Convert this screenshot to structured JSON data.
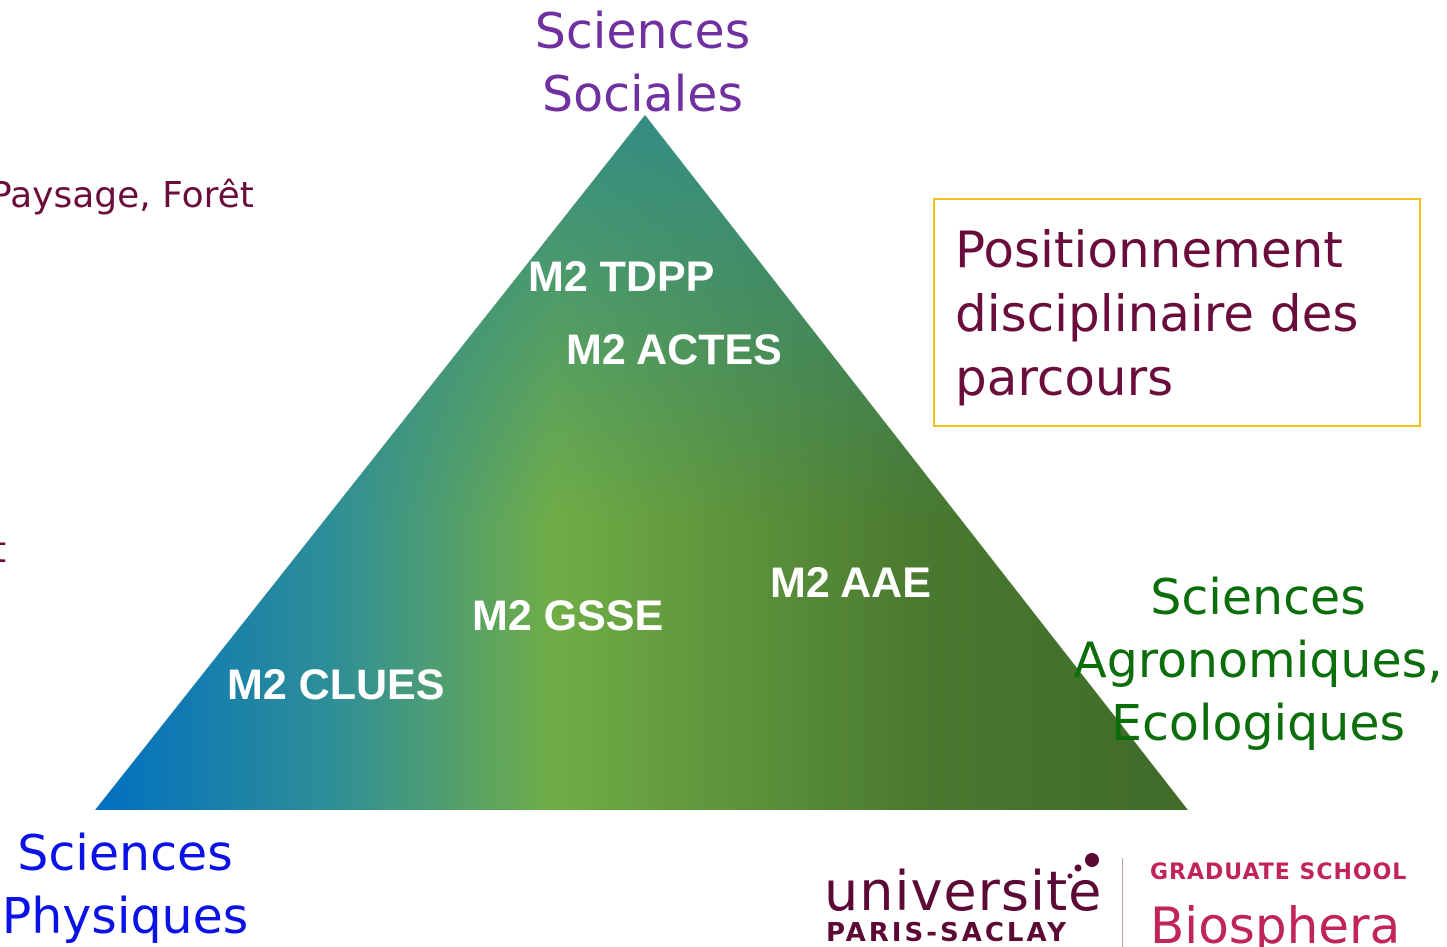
{
  "vertices": {
    "social": [
      "Sciences",
      "Sociales"
    ],
    "physical": [
      "Sciences",
      "Physiques"
    ],
    "agro": [
      "Sciences",
      "Agronomiques,",
      "Ecologiques"
    ]
  },
  "cut_off_text": {
    "line1": "Paysage, Forêt",
    "line2": "t"
  },
  "courses": {
    "tdpp": "M2 TDPP",
    "actes": "M2 ACTES",
    "aae": "M2 AAE",
    "gsse": "M2 GSSE",
    "clues": "M2 CLUES"
  },
  "info_box": {
    "lines": [
      "Positionnement",
      "disciplinaire des",
      "parcours"
    ]
  },
  "logos": {
    "university": "universite",
    "university_sub": "PARIS-SACLAY",
    "graduate_school": "GRADUATE SCHOOL",
    "school_name": "Biosphera"
  },
  "colors": {
    "social": "#7030a0",
    "physical": "#0a12e6",
    "agro": "#0b6e0b",
    "accent_box": "#f0c020",
    "text_maroon": "#6b0d3c",
    "gradient_blue": "#0070c0",
    "gradient_green": "#70ad47",
    "gradient_dark_green": "#4a7030",
    "gradient_teal": "#2e8a8a",
    "gs_pink": "#c0245a"
  }
}
